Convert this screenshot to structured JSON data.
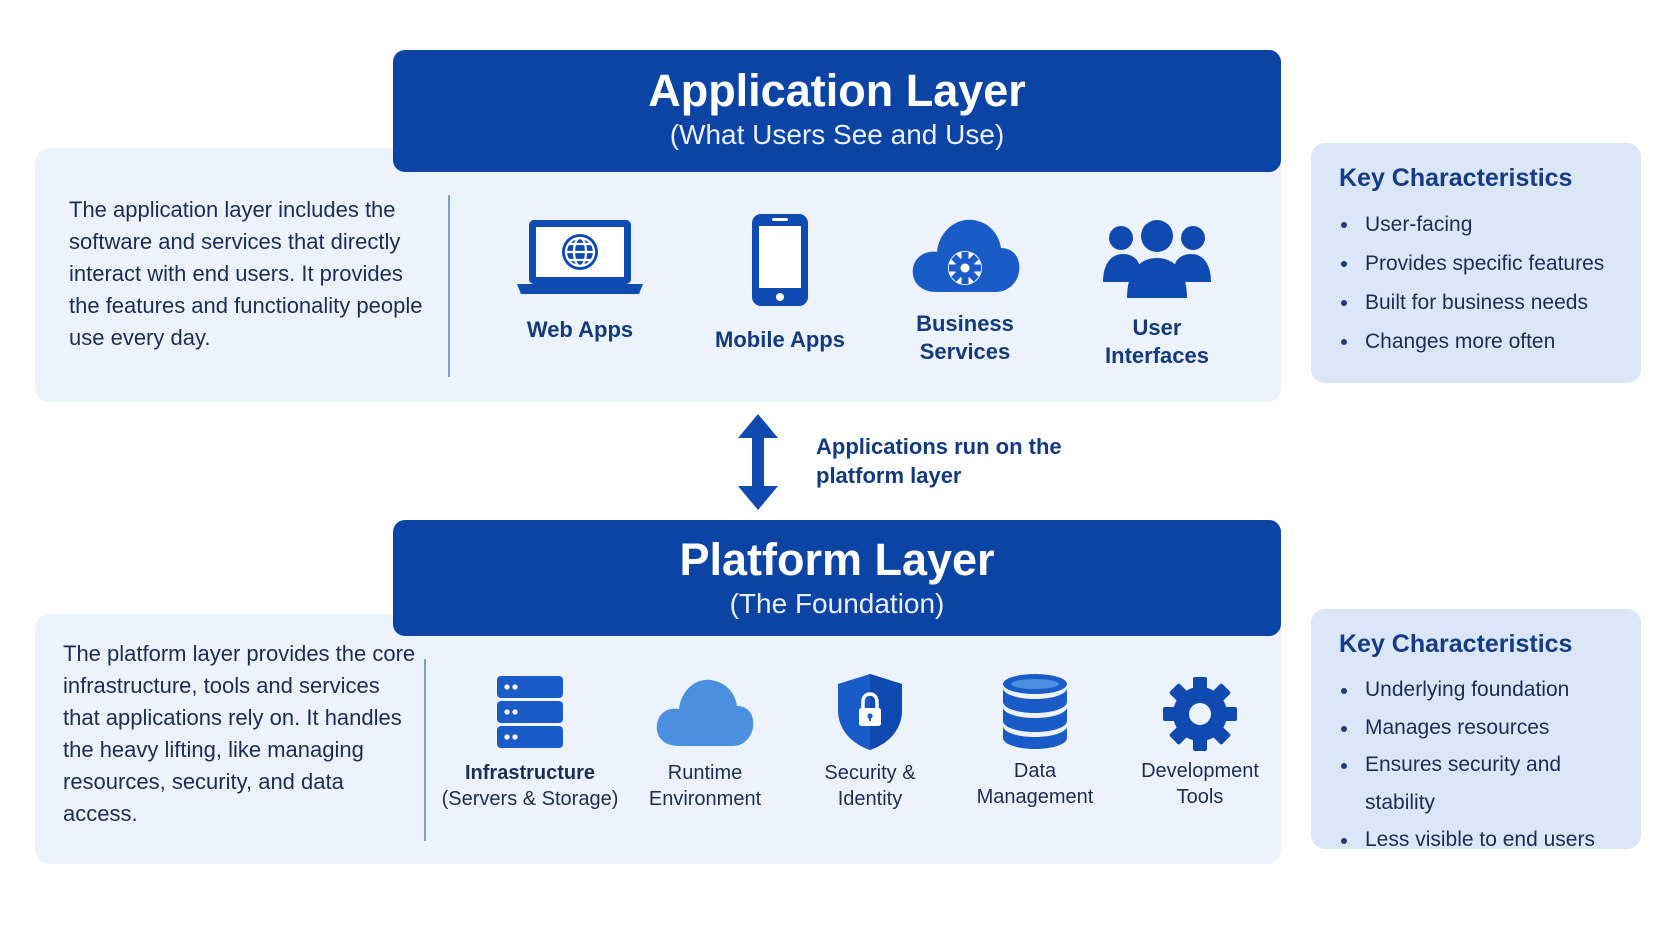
{
  "application_layer": {
    "title": "Application Layer",
    "subtitle": "(What Users See and Use)",
    "description": "The application layer includes the software and services that directly interact with end users. It provides the features and functionality people use every day.",
    "items": [
      {
        "label": "Web Apps",
        "icon": "laptop-globe-icon"
      },
      {
        "label": "Mobile Apps",
        "icon": "smartphone-icon"
      },
      {
        "label": "Business Services",
        "icon": "cloud-gear-icon"
      },
      {
        "label": "User Interfaces",
        "icon": "users-group-icon"
      }
    ],
    "key_characteristics": {
      "title": "Key Characteristics",
      "items": [
        "User-facing",
        "Provides specific features",
        "Built for business needs",
        "Changes more often"
      ]
    }
  },
  "connector": {
    "text": "Applications run on the platform layer",
    "icon": "double-arrow-vertical-icon"
  },
  "platform_layer": {
    "title": "Platform Layer",
    "subtitle": "(The Foundation)",
    "description": "The platform layer provides the core infrastructure, tools and services that applications rely on. It handles the heavy lifting, like managing resources, security, and data access.",
    "items": [
      {
        "label": "Infrastructure",
        "sublabel": "(Servers & Storage)",
        "icon": "server-stack-icon"
      },
      {
        "label": "Runtime Environment",
        "icon": "cloud-icon"
      },
      {
        "label": "Security & Identity",
        "icon": "shield-lock-icon"
      },
      {
        "label": "Data Management",
        "icon": "database-icon"
      },
      {
        "label": "Development Tools",
        "icon": "gear-icon"
      }
    ],
    "key_characteristics": {
      "title": "Key Characteristics",
      "items": [
        "Underlying foundation",
        "Manages resources",
        "Ensures security and stability",
        "Less visible to end users"
      ]
    }
  },
  "colors": {
    "header": "#0c44a6",
    "icon_dark": "#0f4ab0",
    "icon_light": "#4a8fe0",
    "panel": "#edf3fc",
    "kc_box": "#dbe7f8"
  }
}
